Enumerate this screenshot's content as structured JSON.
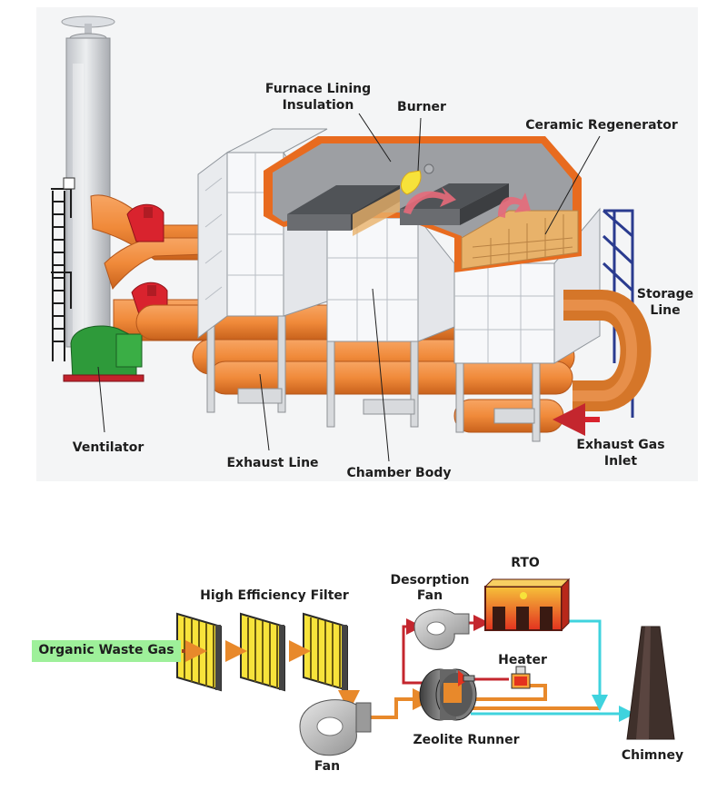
{
  "top_diagram": {
    "labels": {
      "furnace_lining_line1": "Furnace Lining",
      "furnace_lining_line2": "Insulation",
      "burner": "Burner",
      "ceramic_regenerator": "Ceramic Regenerator",
      "storage_line1": "Storage",
      "storage_line2": "Line",
      "ventilator": "Ventilator",
      "exhaust_line": "Exhaust Line",
      "chamber_body": "Chamber Body",
      "exhaust_gas_inlet_line1": "Exhaust Gas",
      "exhaust_gas_inlet_line2": "Inlet"
    },
    "colors": {
      "pipe": "#f08a3a",
      "fan": "#d9232e",
      "ventilator": "#2e9a3a",
      "chamber": "#f7f8fa",
      "insulation": "#e86b1f",
      "regenerator": "#e8b26a",
      "flame": "#f7e23a",
      "frame": "#2a3b8f"
    }
  },
  "bottom_diagram": {
    "labels": {
      "high_efficiency_filter": "High Efficiency Filter",
      "organic_waste_gas": "Organic Waste Gas",
      "desorption_fan_line1": "Desorption",
      "desorption_fan_line2": "Fan",
      "rto": "RTO",
      "heater": "Heater",
      "zeolite_runner": "Zeolite Runner",
      "fan": "Fan",
      "chimney": "Chimney"
    },
    "colors": {
      "waste_gas_box": "#9ef09a",
      "filter": "#f7e33b",
      "flow_orange": "#e8892b",
      "flow_red": "#c4262e",
      "flow_cyan": "#3fd3de",
      "chimney": "#3f302b"
    }
  }
}
